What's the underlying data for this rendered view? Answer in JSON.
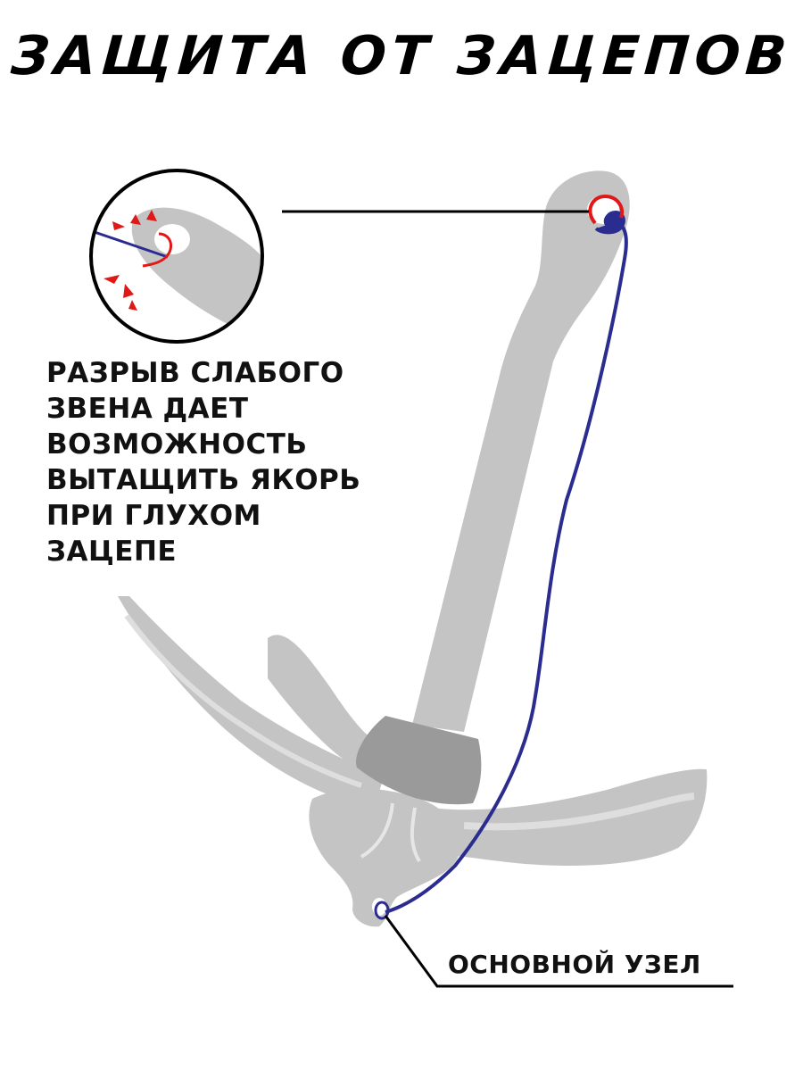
{
  "title": "ЗАЩИТА ОТ ЗАЦЕПОВ",
  "weak_link_caption": [
    "РАЗРЫВ СЛАБОГО",
    "ЗВЕНА ДАЕТ",
    "ВОЗМОЖНОСТЬ",
    "ВЫТАЩИТЬ ЯКОРЬ",
    "ПРИ ГЛУХОМ",
    "ЗАЦЕПЕ"
  ],
  "main_knot_label": "ОСНОВНОЙ УЗЕЛ",
  "colors": {
    "anchor_gray": "#c4c4c4",
    "anchor_light": "#dedede",
    "collar_gray": "#9a9a9a",
    "rope_blue": "#2b2c8f",
    "break_red": "#e01818",
    "line_black": "#000000"
  }
}
